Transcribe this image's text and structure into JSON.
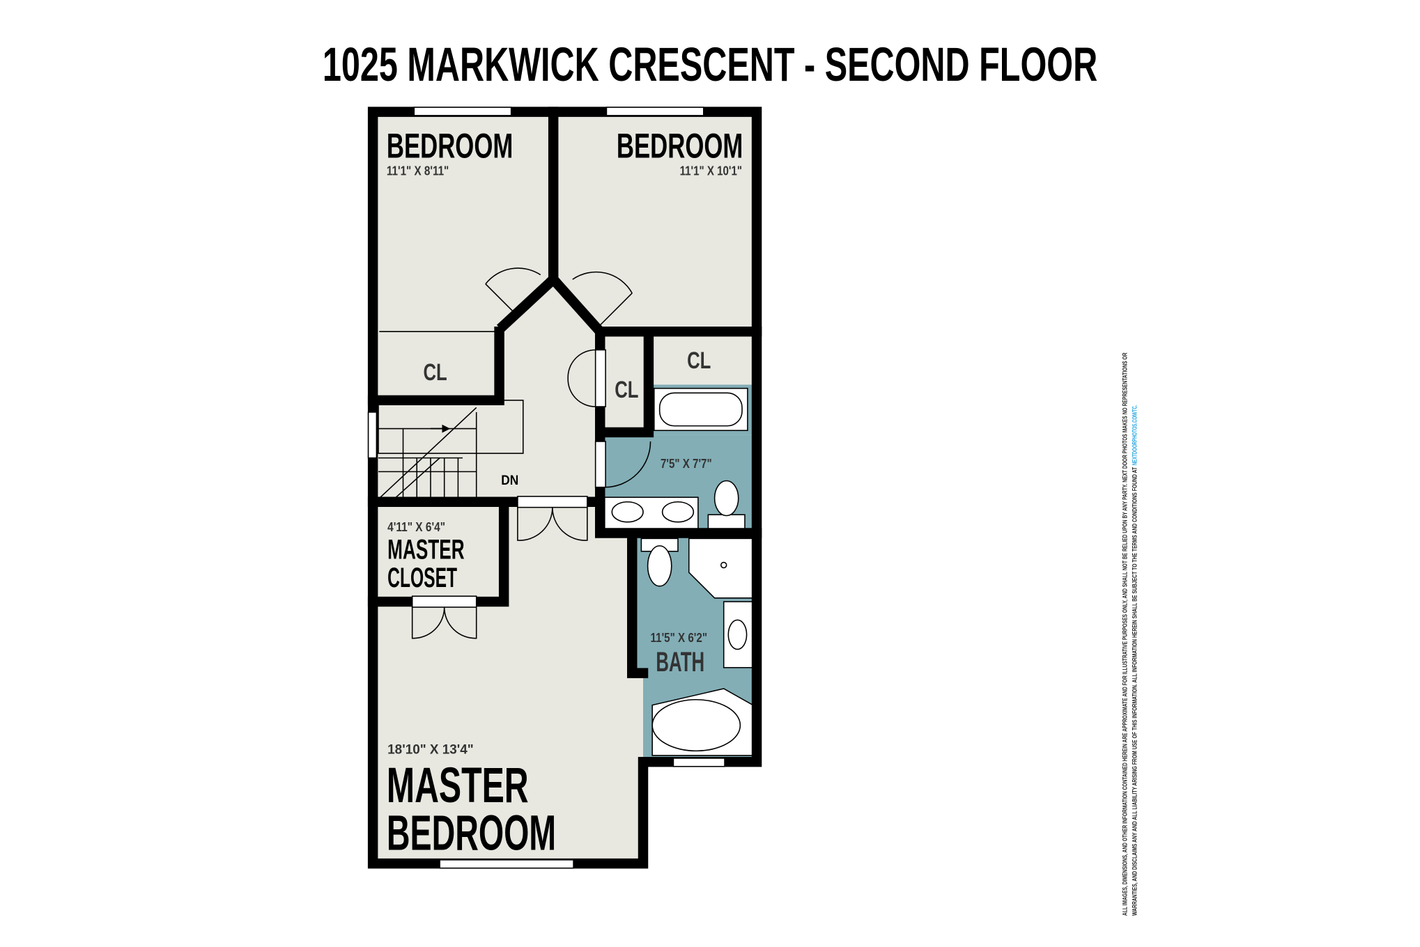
{
  "title": "1025 MARKWICK CRESCENT - SECOND FLOOR",
  "rooms": {
    "bedroom_left": {
      "label": "BEDROOM",
      "dims": "11'1\" X 8'11\""
    },
    "bedroom_right": {
      "label": "BEDROOM",
      "dims": "11'1\" X 10'1\""
    },
    "closet_left": {
      "label": "CL"
    },
    "closet_right": {
      "label": "CL"
    },
    "closet_hall": {
      "label": "CL"
    },
    "ensuite_bath": {
      "dims": "7'5\" X 7'7\""
    },
    "stairs": {
      "label": "DN"
    },
    "master_closet": {
      "dims": "4'11\" X 6'4\"",
      "label_line1": "MASTER",
      "label_line2": "CLOSET"
    },
    "bath": {
      "dims": "11'5\" X 6'2\"",
      "label": "BATH"
    },
    "master_bedroom": {
      "dims": "18'10\" X 13'4\"",
      "label_line1": "MASTER",
      "label_line2": "BEDROOM"
    }
  },
  "disclaimer": {
    "line1": "ALL IMAGES, DIMENSIONS, AND OTHER INFORMATION CONTAINED HEREIN ARE APPROXIMATE AND FOR ILLUSTRATIVE PURPOSES ONLY, AND SHALL NOT BE RELIED UPON BY ANY PARTY. NEXT DOOR PHOTOS MAKES NO REPRESENTATIONS OR",
    "line2": "WARRANTIES, AND DISCLAIMS ANY AND ALL LIABILITY ARISING FROM USE OF THIS INFORMATION. ALL INFORMATION HEREIN SHALL BE SUBJECT TO THE TERMS AND CONDITIONS FOUND AT",
    "link": "NEXTDOORPHOTOS.COM/TC."
  },
  "colors": {
    "floor": "#e8e8e1",
    "bath": "#83aeb6",
    "wall": "#000000",
    "link": "#2aa7e0"
  }
}
